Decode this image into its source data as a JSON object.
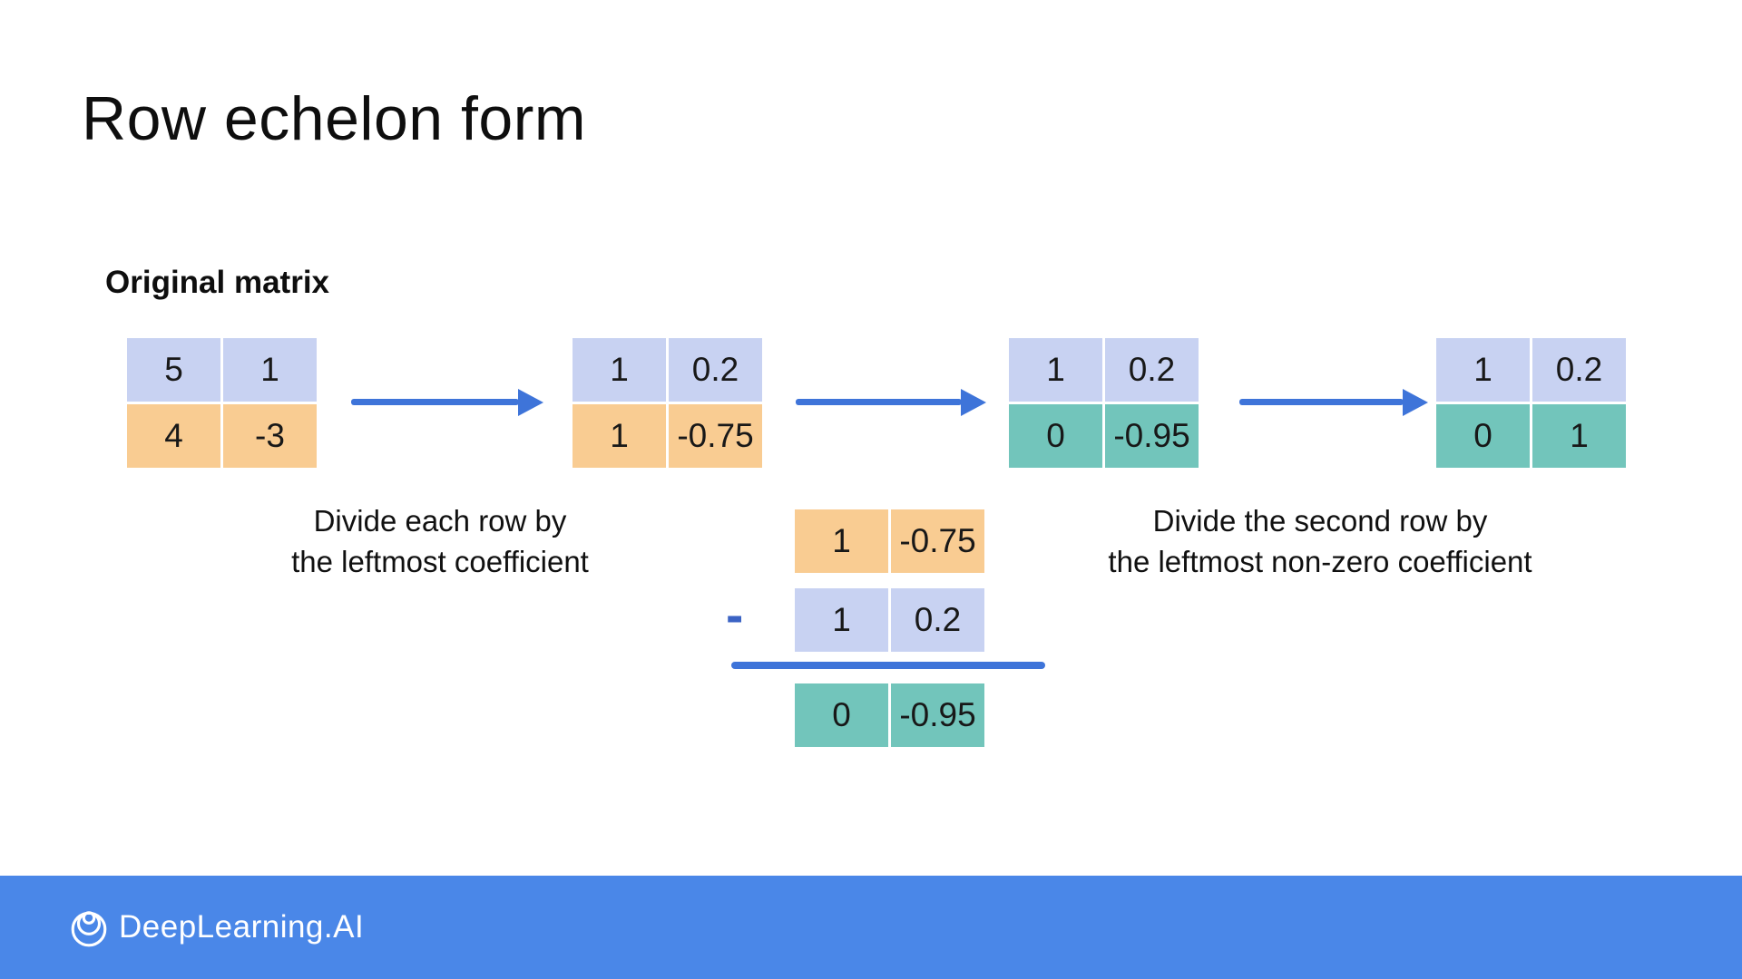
{
  "slide": {
    "title": "Row echelon form",
    "section_label": "Original matrix"
  },
  "colors": {
    "lavender": "#c8d2f2",
    "orange": "#f9cc92",
    "teal": "#72c5bb",
    "arrowBlue": "#3e74d9",
    "minusBlue": "#3b63c4",
    "footerBlue": "#4a87e8"
  },
  "matrices": [
    {
      "name": "original-matrix",
      "cells": [
        [
          {
            "v": "5",
            "c": "lavender"
          },
          {
            "v": "1",
            "c": "lavender"
          }
        ],
        [
          {
            "v": "4",
            "c": "orange"
          },
          {
            "v": "-3",
            "c": "orange"
          }
        ]
      ]
    },
    {
      "name": "matrix-step-1",
      "cells": [
        [
          {
            "v": "1",
            "c": "lavender"
          },
          {
            "v": "0.2",
            "c": "lavender"
          }
        ],
        [
          {
            "v": "1",
            "c": "orange"
          },
          {
            "v": "-0.75",
            "c": "orange"
          }
        ]
      ]
    },
    {
      "name": "matrix-step-2",
      "cells": [
        [
          {
            "v": "1",
            "c": "lavender"
          },
          {
            "v": "0.2",
            "c": "lavender"
          }
        ],
        [
          {
            "v": "0",
            "c": "teal"
          },
          {
            "v": "-0.95",
            "c": "teal"
          }
        ]
      ]
    },
    {
      "name": "matrix-step-3",
      "cells": [
        [
          {
            "v": "1",
            "c": "lavender"
          },
          {
            "v": "0.2",
            "c": "lavender"
          }
        ],
        [
          {
            "v": "0",
            "c": "teal"
          },
          {
            "v": "1",
            "c": "teal"
          }
        ]
      ]
    }
  ],
  "captions": {
    "left": {
      "line1": "Divide each row by",
      "line2": "the leftmost coefficient"
    },
    "right": {
      "line1": "Divide the second row by",
      "line2": "the leftmost non-zero coefficient"
    }
  },
  "subtraction": {
    "operator": "-",
    "minuend": {
      "c": "orange",
      "cells": [
        "1",
        "-0.75"
      ]
    },
    "subtrahend": {
      "c": "lavender",
      "cells": [
        "1",
        "0.2"
      ]
    },
    "result": {
      "c": "teal",
      "cells": [
        "0",
        "-0.95"
      ]
    }
  },
  "footer": {
    "brand": "DeepLearning.AI"
  }
}
